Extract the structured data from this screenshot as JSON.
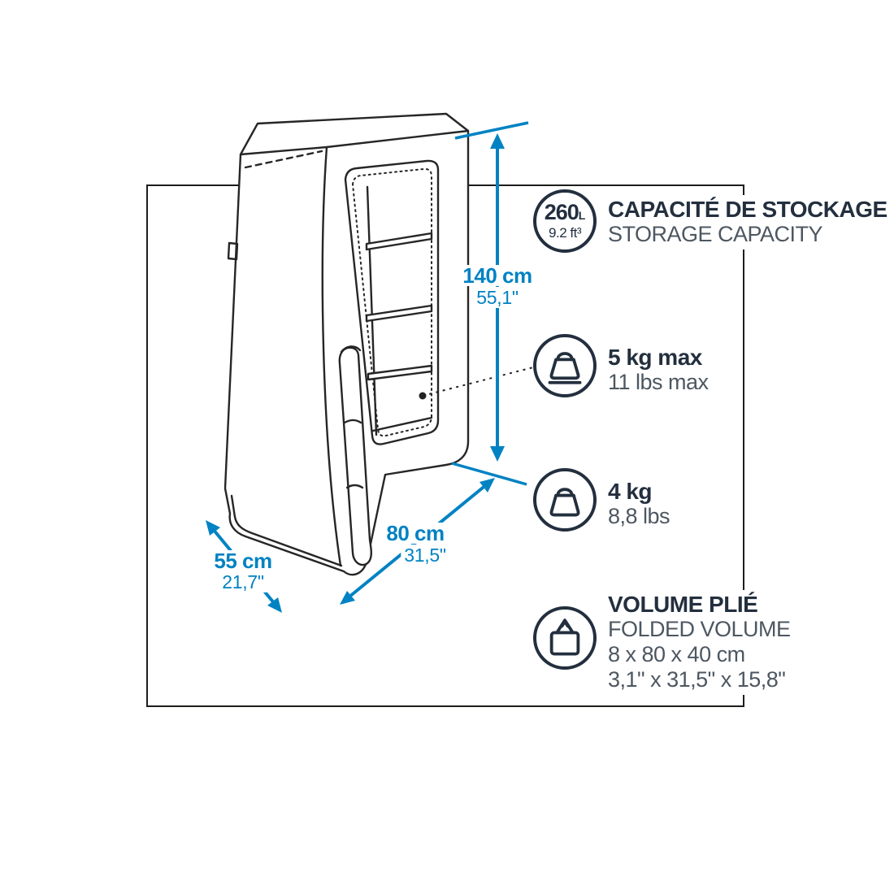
{
  "colors": {
    "accent_blue": "#0082C3",
    "navy_text": "#232F3E",
    "gray_text": "#4D5761",
    "line_black": "#1D1D1B"
  },
  "dimensions": {
    "height_metric": "140 cm",
    "height_imperial": "55,1\"",
    "width_metric": "80 cm",
    "width_imperial": "31,5\"",
    "depth_metric": "55 cm",
    "depth_imperial": "21,7\""
  },
  "specs": [
    {
      "icon": "storage-capacity-badge",
      "badge_value": "260",
      "badge_unit": "L",
      "badge_secondary": "9.2 ft³",
      "title": "CAPACITÉ DE STOCKAGE",
      "subtitle": "STORAGE CAPACITY"
    },
    {
      "icon": "weight-max-icon",
      "title": "5 kg max",
      "subtitle": "11 lbs max"
    },
    {
      "icon": "weight-icon",
      "title": "4 kg",
      "subtitle": "8,8 lbs"
    },
    {
      "icon": "folded-volume-icon",
      "title": "VOLUME PLIÉ",
      "subtitle": "FOLDED VOLUME",
      "detail_metric": "8 x 80 x 40 cm",
      "detail_imperial": "3,1\" x 31,5\" x 15,8\""
    }
  ]
}
